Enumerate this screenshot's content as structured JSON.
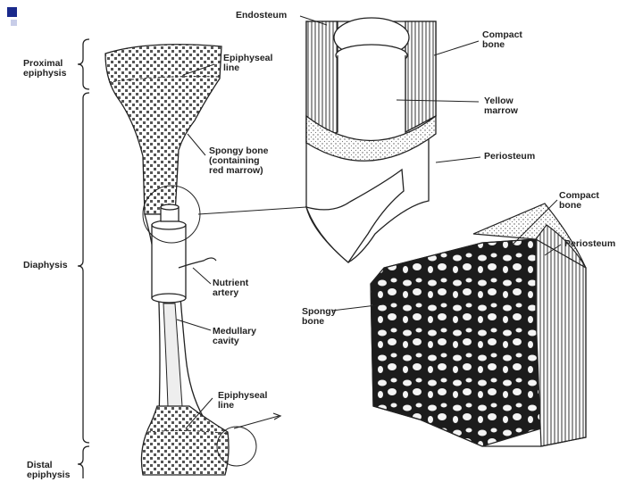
{
  "labels": {
    "proximal_epiphysis": [
      "Proximal",
      "epiphysis"
    ],
    "diaphysis": "Diaphysis",
    "distal_epiphysis": [
      "Distal",
      "epiphysis"
    ],
    "epiphyseal_line_top": [
      "Epiphyseal",
      "line"
    ],
    "spongy_bone_red": [
      "Spongy bone",
      "(containing",
      "red marrow)"
    ],
    "nutrient_artery": [
      "Nutrient",
      "artery"
    ],
    "medullary_cavity": [
      "Medullary",
      "cavity"
    ],
    "epiphyseal_line_bottom": [
      "Epiphyseal",
      "line"
    ],
    "endosteum": "Endosteum",
    "compact_bone_top": [
      "Compact",
      "bone"
    ],
    "yellow_marrow": [
      "Yellow",
      "marrow"
    ],
    "periosteum_top": "Periosteum",
    "compact_bone_bottom": [
      "Compact",
      "bone"
    ],
    "periosteum_bottom": "Periosteum",
    "spongy_bone": [
      "Spongy",
      "bone"
    ]
  },
  "colors": {
    "ink": "#222222",
    "slide_marker": "#1a2a8c",
    "paper": "#ffffff"
  }
}
